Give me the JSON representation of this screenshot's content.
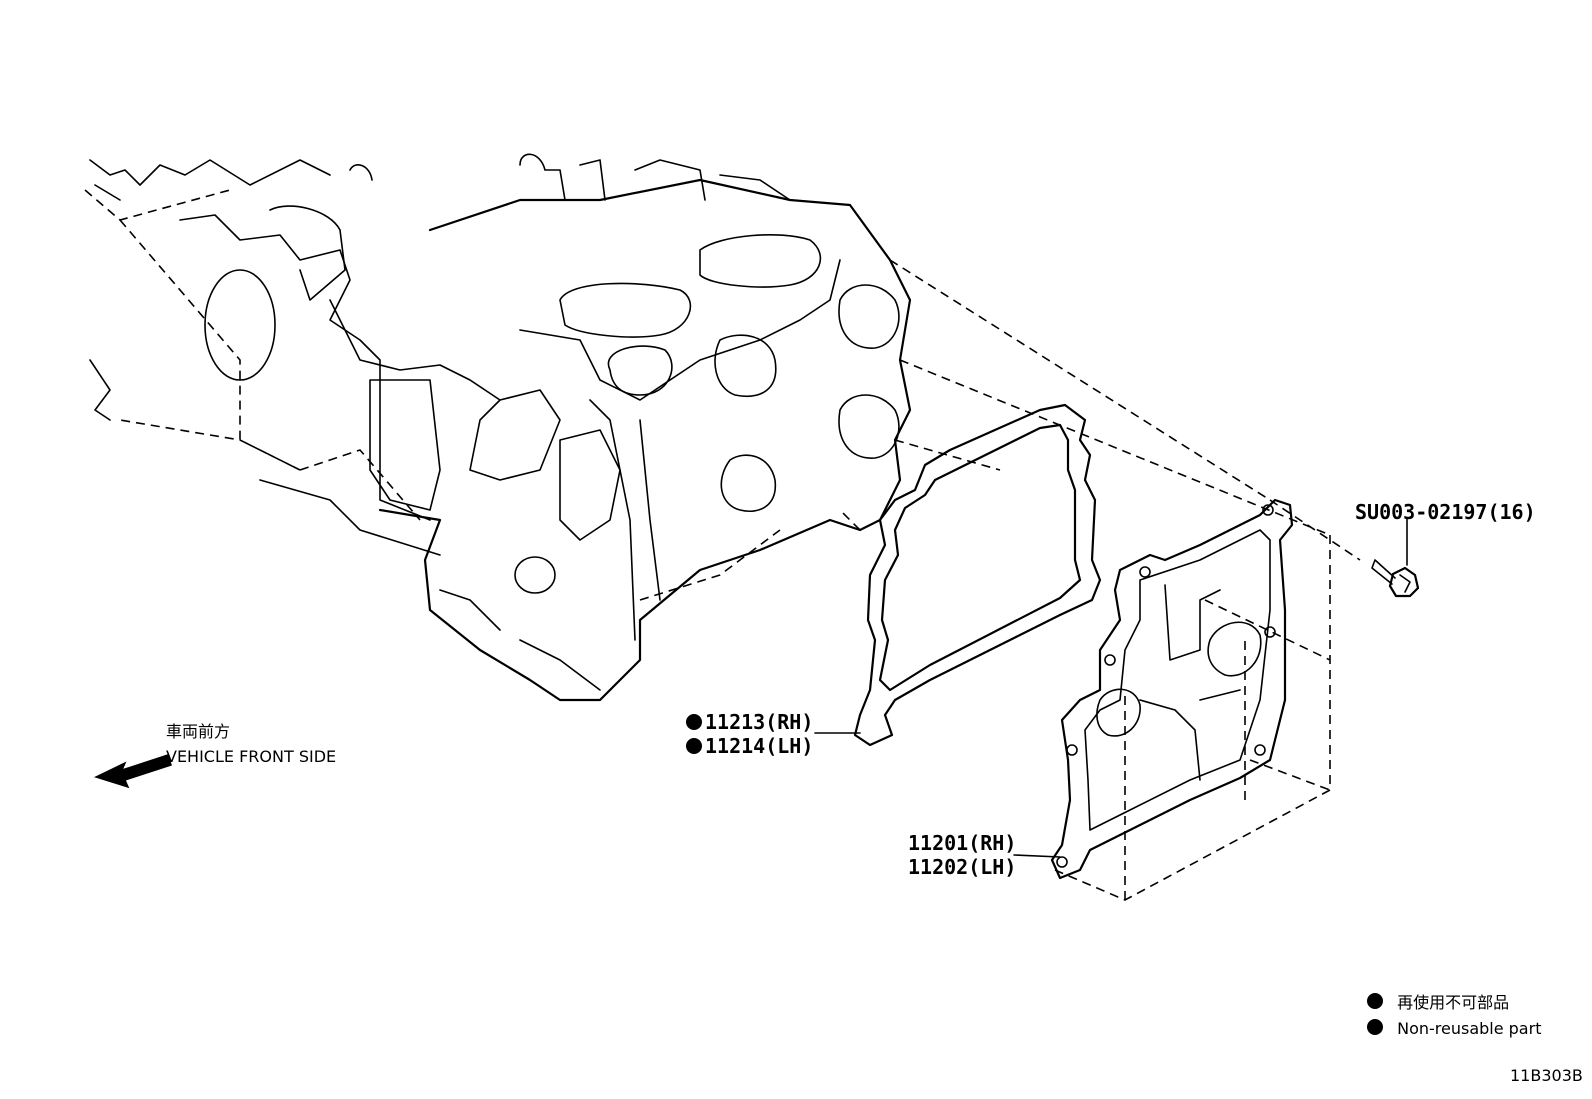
{
  "diagram": {
    "front_label_jp": "車両前方",
    "front_label_en": "VEHICLE FRONT SIDE",
    "callouts": {
      "bolt": "SU003-02197(16)",
      "gasket_rh": "11213(RH)",
      "gasket_lh": "11214(LH)",
      "cover_rh": "11201(RH)",
      "cover_lh": "11202(LH)"
    },
    "legend": {
      "jp": "再使用不可部品",
      "en": "Non-reusable part"
    },
    "figure_id": "11B303B"
  },
  "colors": {
    "ink": "#000000",
    "background": "#ffffff"
  },
  "icons": [
    "front-arrow-icon",
    "non-reusable-dot-icon"
  ]
}
